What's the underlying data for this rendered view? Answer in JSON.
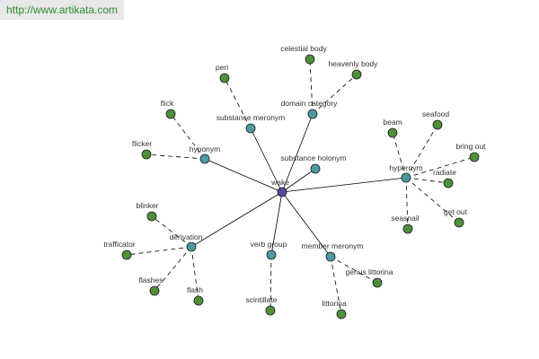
{
  "watermark": "http://www.artikata.com",
  "colors": {
    "center": "#4a4f9a",
    "relation": "#4e9aa1",
    "leaf": "#4f8f3c",
    "node_stroke": "#1a1a1a",
    "edge": "#000000",
    "text": "#333333"
  },
  "graph": {
    "center": {
      "id": "wake",
      "label": "wake"
    },
    "relations": [
      {
        "id": "hyponym",
        "label": "hyponym"
      },
      {
        "id": "substance_meronym",
        "label": "substance meronym"
      },
      {
        "id": "domain_category",
        "label": "domain category"
      },
      {
        "id": "substance_holonym",
        "label": "substance holonym"
      },
      {
        "id": "hypernym",
        "label": "hypernym"
      },
      {
        "id": "derivation",
        "label": "derivation"
      },
      {
        "id": "verb_group",
        "label": "verb group"
      },
      {
        "id": "member_meronym",
        "label": "member meronym"
      }
    ],
    "leaves": [
      {
        "id": "flick",
        "label": "flick",
        "parent": "hyponym"
      },
      {
        "id": "flicker",
        "label": "flicker",
        "parent": "hyponym"
      },
      {
        "id": "peri",
        "label": "peri",
        "parent": "substance_meronym"
      },
      {
        "id": "celestial_body",
        "label": "celestial body",
        "parent": "domain_category"
      },
      {
        "id": "heavenly_body",
        "label": "heavenly body",
        "parent": "domain_category"
      },
      {
        "id": "beam",
        "label": "beam",
        "parent": "hypernym"
      },
      {
        "id": "seafood",
        "label": "seafood",
        "parent": "hypernym"
      },
      {
        "id": "bring_out",
        "label": "bring out",
        "parent": "hypernym"
      },
      {
        "id": "radiate",
        "label": "radiate",
        "parent": "hypernym"
      },
      {
        "id": "get_out",
        "label": "get out",
        "parent": "hypernym"
      },
      {
        "id": "seasnail",
        "label": "seasnail",
        "parent": "hypernym"
      },
      {
        "id": "blinker",
        "label": "blinker",
        "parent": "derivation"
      },
      {
        "id": "trafficator",
        "label": "trafficator",
        "parent": "derivation"
      },
      {
        "id": "flashes",
        "label": "flashes",
        "parent": "derivation"
      },
      {
        "id": "flash",
        "label": "flash",
        "parent": "derivation"
      },
      {
        "id": "scintillate",
        "label": "scintillate",
        "parent": "verb_group"
      },
      {
        "id": "genus_littorina",
        "label": "genus littorina",
        "parent": "member_meronym"
      },
      {
        "id": "littorina",
        "label": "littorina",
        "parent": "member_meronym"
      }
    ]
  }
}
